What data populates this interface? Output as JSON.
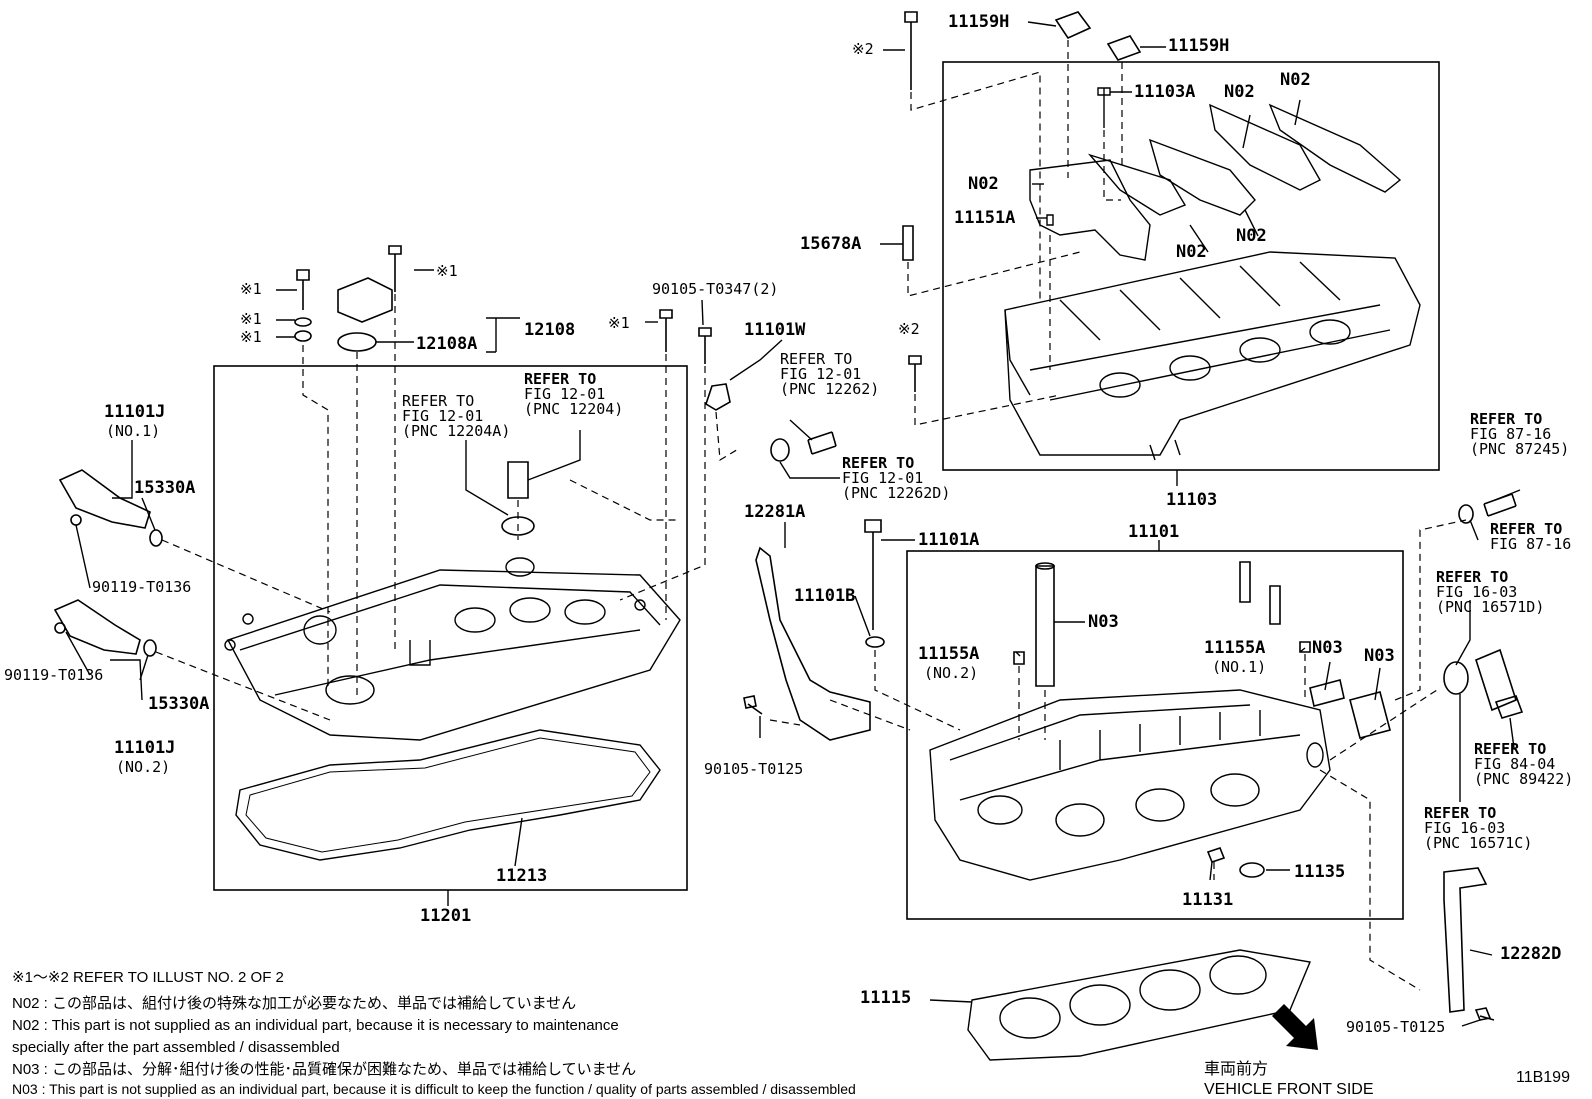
{
  "callouts": {
    "c11159H_a": "11159H",
    "c11159H_b": "11159H",
    "c2_top": "※2",
    "c11103A": "11103A",
    "cN02_1": "N02",
    "cN02_2": "N02",
    "cN02_3": "N02",
    "cN02_4": "N02",
    "cN02_5": "N02",
    "c11151A": "11151A",
    "c15678A": "15678A",
    "c2_mid": "※2",
    "c11103": "11103",
    "c1_a": "※1",
    "c1_b": "※1",
    "c1_c": "※1",
    "c1_d": "※1",
    "c1_e": "※1",
    "c12108": "12108",
    "c12108A": "12108A",
    "c90105_T0347": "90105-T0347(2)",
    "c11101W": "11101W",
    "c11101J_1": "11101J",
    "c11101J_1_sub": "(NO.1)",
    "c15330A_1": "15330A",
    "c90119_1": "90119-T0136",
    "c90119_2": "90119-T0136",
    "c15330A_2": "15330A",
    "c11101J_2": "11101J",
    "c11101J_2_sub": "(NO.2)",
    "c12281A": "12281A",
    "c11101A": "11101A",
    "c11101B": "11101B",
    "c90105_T0125_a": "90105-T0125",
    "c11101": "11101",
    "cN03_1": "N03",
    "cN03_2": "N03",
    "cN03_3": "N03",
    "c11155A_1": "11155A",
    "c11155A_1_sub": "(NO.2)",
    "c11155A_2": "11155A",
    "c11155A_2_sub": "(NO.1)",
    "c11135": "11135",
    "c11131": "11131",
    "c11213": "11213",
    "c11201": "11201",
    "c11115": "11115",
    "c12282D": "12282D",
    "c90105_T0125_b": "90105-T0125"
  },
  "refs": {
    "r12204A": [
      "REFER TO",
      "FIG 12-01",
      "(PNC 12204A)"
    ],
    "r12204": [
      "REFER TO",
      "FIG 12-01",
      "(PNC 12204)"
    ],
    "r12262": [
      "REFER TO",
      "FIG 12-01",
      "(PNC 12262)"
    ],
    "r12262D": [
      "REFER TO",
      "FIG 12-01",
      "(PNC 12262D)"
    ],
    "r87245": [
      "REFER TO",
      "FIG 87-16",
      "(PNC 87245)"
    ],
    "r8716": [
      "REFER TO",
      "FIG 87-16"
    ],
    "r16571D": [
      "REFER TO",
      "FIG 16-03",
      "(PNC 16571D)"
    ],
    "r89422": [
      "REFER TO",
      "FIG 84-04",
      "(PNC 89422)"
    ],
    "r16571C": [
      "REFER TO",
      "FIG 16-03",
      "(PNC 16571C)"
    ]
  },
  "notes": [
    "※1～※2  REFER TO ILLUST NO. 2 OF 2",
    "N02 : この部品は、組付け後の特殊な加工が必要なため、単品では補給していません",
    "N02 : This part is not supplied as an individual part, because it is necessary to maintenance",
    "        specially after the part assembled / disassembled",
    "N03 : この部品は、分解･組付け後の性能･品質確保が困難なため、単品では補給していません",
    "N03 : This part is not supplied as an individual part, because it is difficult to keep the function / quality of parts  assembled / disassembled"
  ],
  "footer": {
    "front_jp": "車両前方",
    "front_en": "VEHICLE FRONT SIDE",
    "illus_no": "11B199"
  }
}
